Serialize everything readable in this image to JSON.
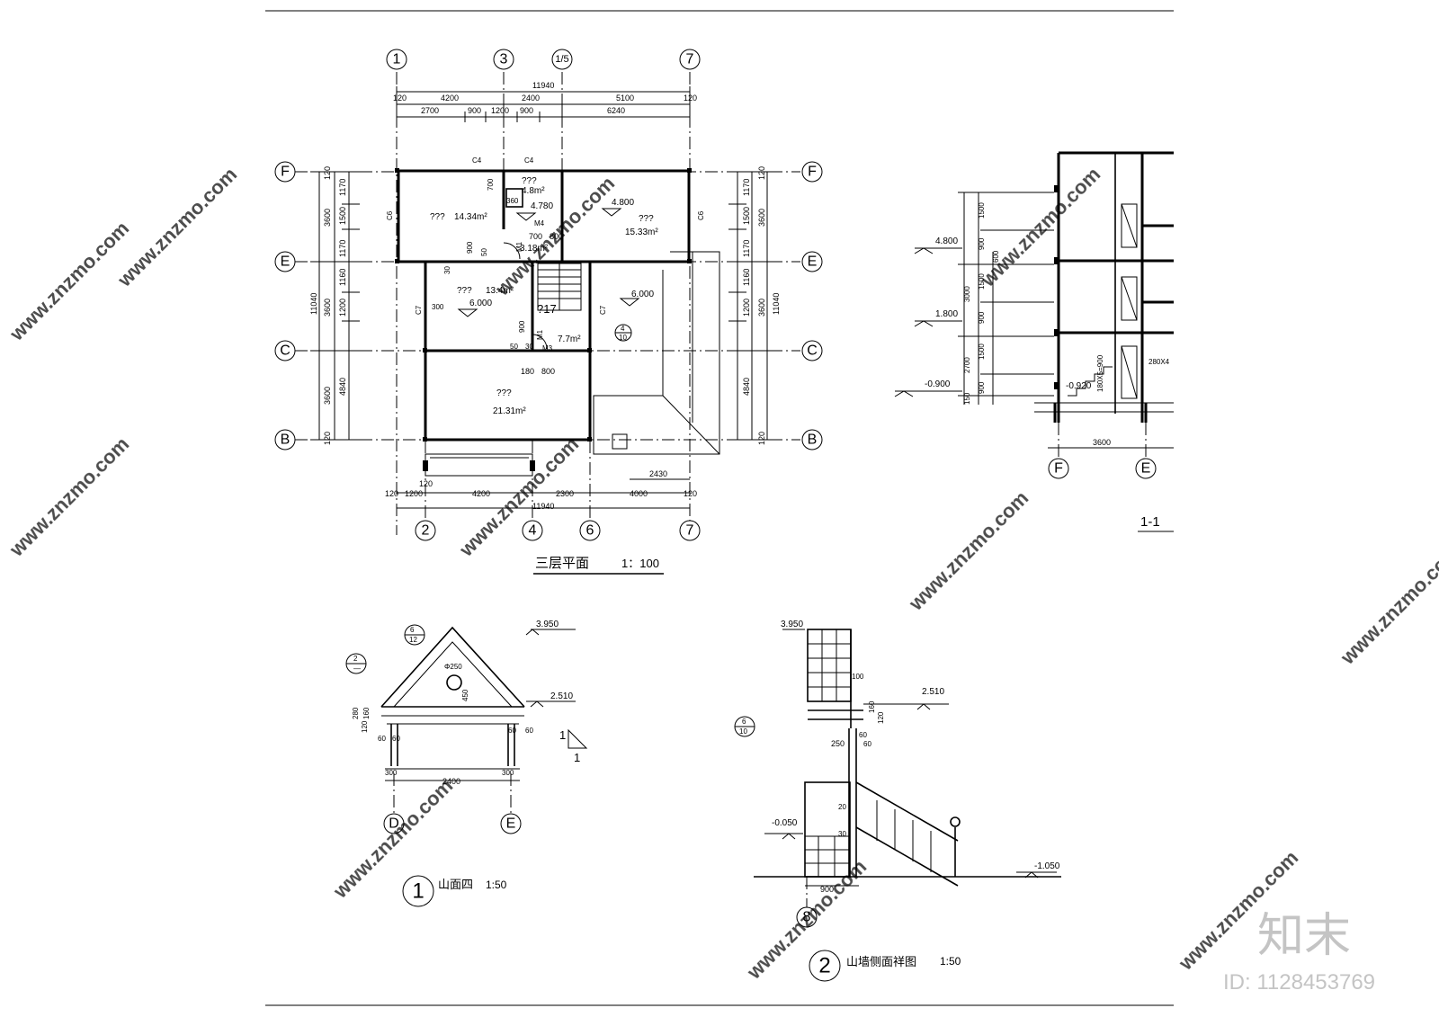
{
  "plan": {
    "title": "三层平面",
    "scale": "1：100",
    "top_axes": [
      "1",
      "3",
      "1/5",
      "7"
    ],
    "bottom_axes": [
      "2",
      "4",
      "6",
      "7"
    ],
    "side_axes": [
      "F",
      "E",
      "C",
      "B"
    ],
    "total_width": "11940",
    "top_dims_row1": [
      "120",
      "4200",
      "2400",
      "5100",
      "120"
    ],
    "top_dims_row2": [
      "2700",
      "900",
      "1200",
      "900",
      "6240"
    ],
    "bottom_dims_row1": [
      "120",
      "1200",
      "4200",
      "2300",
      "4000",
      "120"
    ],
    "bottom_dim_120": "120",
    "bottom_dim_2430": "2430",
    "total_depth": "11040",
    "left_dims_outer": [
      "120",
      "3600",
      "3600",
      "3600",
      "120"
    ],
    "left_dims_inner": [
      "1170",
      "1500",
      "1170",
      "1160",
      "1200",
      "4840"
    ],
    "rooms": [
      {
        "name": "???",
        "area": "14.34m²"
      },
      {
        "name": "???",
        "area": "4.8m²"
      },
      {
        "name": "???",
        "area": "15.33m²"
      },
      {
        "name": "???",
        "area": "13.4m²"
      },
      {
        "name": "?17",
        "area": "7.7m²"
      },
      {
        "name": "???",
        "area": "21.31m²"
      },
      {
        "name": "",
        "area": "3.18m²"
      }
    ],
    "levels": [
      "4.800",
      "4.780",
      "6.000",
      "6.000"
    ],
    "windows": [
      "C4",
      "C4",
      "C6",
      "C6",
      "C7",
      "C7"
    ],
    "doors": [
      "M4",
      "M1",
      "M1",
      "M3"
    ],
    "misc": [
      "700",
      "360",
      "900",
      "700",
      "800",
      "50",
      "30",
      "300",
      "180",
      "800",
      "900",
      "50",
      "30"
    ],
    "detail_ref": {
      "top": "4",
      "bottom": "10"
    }
  },
  "section": {
    "title": "1-1",
    "levels": [
      "4.800",
      "1.800",
      "-0.900",
      "-0.920"
    ],
    "dims": [
      "1500",
      "900",
      "600",
      "1500",
      "3000",
      "900",
      "1500",
      "2700",
      "900",
      "150"
    ],
    "note": "180X5=900",
    "note2": "280X4",
    "axes": [
      "F",
      "E"
    ],
    "span": "3600"
  },
  "gable": {
    "number": "1",
    "title": "山面四",
    "scale": "1:50",
    "top_level": "3.950",
    "eave_level": "2.510",
    "vent": "Φ250",
    "dims": [
      "450",
      "280",
      "160",
      "120",
      "60",
      "60",
      "60",
      "60",
      "300",
      "2400",
      "300"
    ],
    "axes": [
      "D",
      "E"
    ],
    "ref_a": {
      "top": "6",
      "bottom": "12"
    },
    "ref_b": {
      "top": "2",
      "bottom": "—"
    },
    "slope": {
      "rise": "1",
      "run": "1"
    }
  },
  "side": {
    "number": "2",
    "title": "山墙侧面祥图",
    "scale": "1:50",
    "levels": [
      "3.950",
      "2.510",
      "-0.050",
      "-1.050"
    ],
    "dims": [
      "100",
      "160",
      "120",
      "60",
      "250",
      "60",
      "20",
      "30",
      "900"
    ],
    "axis": "8",
    "ref": {
      "top": "6",
      "bottom": "10"
    }
  },
  "watermark": {
    "site": "www.znzmo.com",
    "brand": "知末",
    "id": "ID: 1128453769"
  }
}
